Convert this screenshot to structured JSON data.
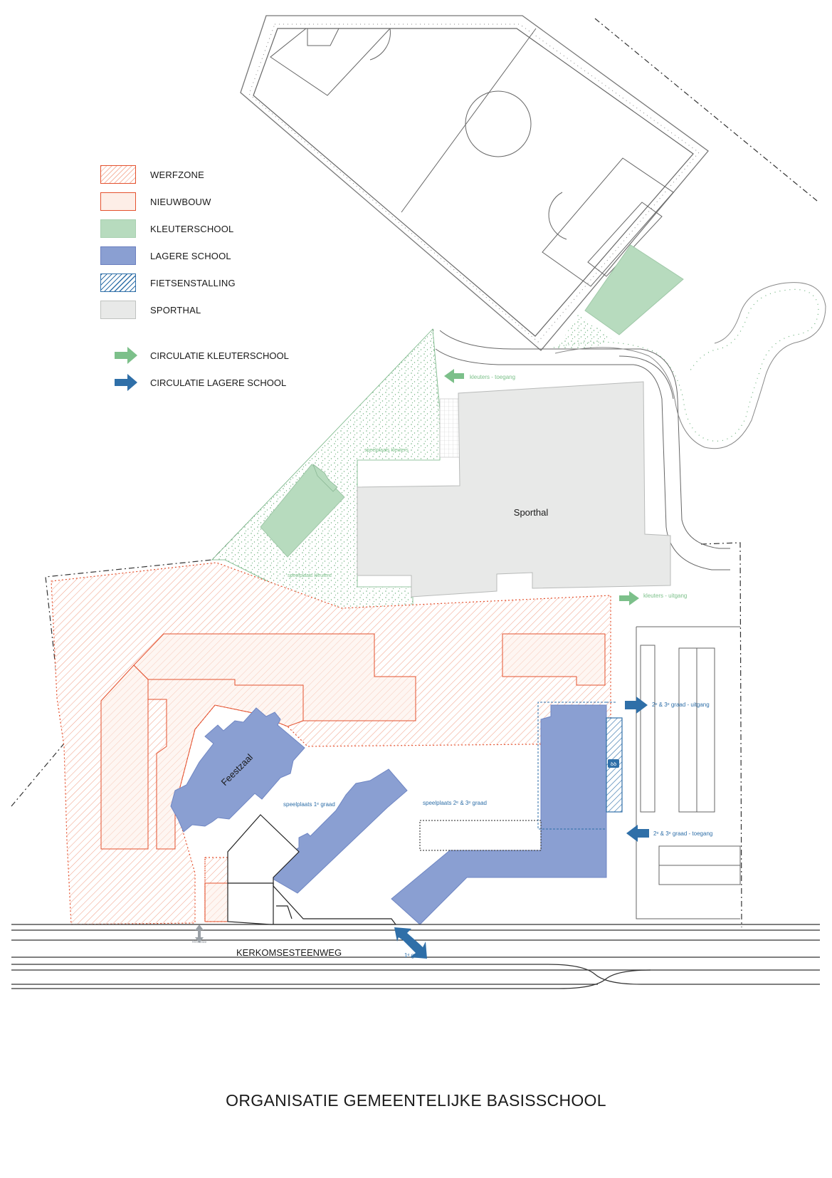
{
  "legend": {
    "werfzone": "WERFZONE",
    "nieuwbouw": "NIEUWBOUW",
    "kleuterschool": "KLEUTERSCHOOL",
    "lagere_school": "LAGERE SCHOOL",
    "fietsenstalling": "FIETSENSTALLING",
    "sporthal": "SPORTHAL",
    "circulatie_kleuter": "CIRCULATIE KLEUTERSCHOOL",
    "circulatie_lagere": "CIRCULATIE LAGERE SCHOOL"
  },
  "labels": {
    "sporthal": "Sporthal",
    "feestzaal": "Feestzaal",
    "kleuters_toegang": "kleuters - toegang",
    "kleuters_uitgang": "kleuters - uitgang",
    "speelplaats_kleuters_top": "speelplaats kleuters",
    "speelplaats_kleuters_bottom": "speelplaats kleuters",
    "speelplaats_1e": "speelplaats 1ᵉ graad",
    "speelplaats_2e3e": "speelplaats 2ᵉ & 3ᵉ graad",
    "graad_uitgang": "2ᵉ & 3ᵉ graad - uitgang",
    "graad_toegang": "2ᵉ & 3ᵉ graad - toegang",
    "graad_1e": "1ᵉ graad",
    "feestzaal_small": "feestzaal",
    "street": "KERKOMSESTEENWEG"
  },
  "title": "ORGANISATIE GEMEENTELIJKE BASISSCHOOL",
  "colors": {
    "werfzone": "#e4512e",
    "nieuwbouw_fill": "#fdeee7",
    "kleuter_fill": "#b7dbbe",
    "kleuter_arrow": "#7cc08a",
    "lagere_fill": "#8a9fd2",
    "lagere_arrow": "#2f6fa8",
    "sporthal_fill": "#e8e9e8",
    "line": "#555555"
  }
}
